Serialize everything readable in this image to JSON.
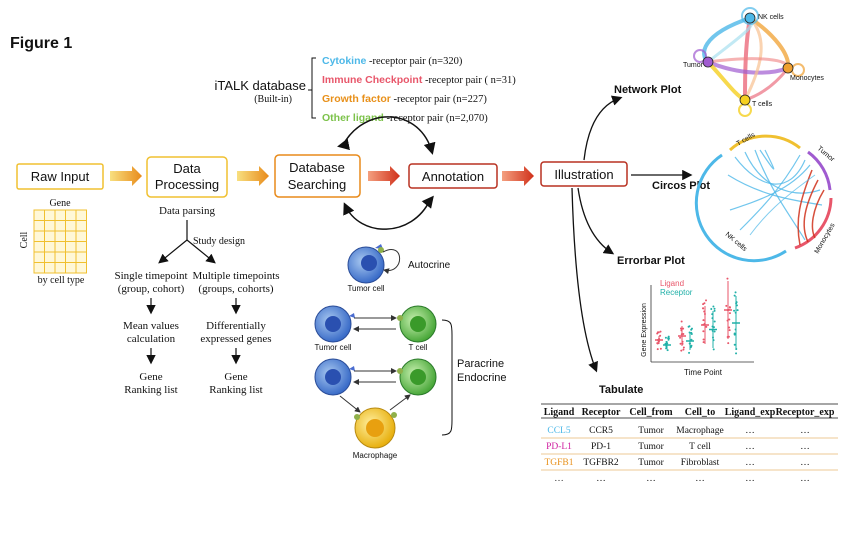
{
  "figure_title": "Figure 1",
  "database": {
    "title": "iTALK database",
    "subtitle": "(Built-in)",
    "pairs": [
      {
        "name": "Cytokine",
        "rest": " -receptor pair (n=320)",
        "color": "#4db8e8"
      },
      {
        "name": "Immune Checkpoint",
        "rest": " -receptor pair (  n=31)",
        "color": "#e8566a"
      },
      {
        "name": "Growth factor",
        "rest": " -receptor pair (n=227)",
        "color": "#e8901a"
      },
      {
        "name": "Other ligand",
        "rest": " -receptor pair (n=2,070)",
        "color": "#7cc24a"
      }
    ]
  },
  "pipeline": {
    "raw_input": "Raw Input",
    "data_processing": [
      "Data",
      "Processing"
    ],
    "database_searching": [
      "Database",
      "Searching"
    ],
    "annotation": "Annotation",
    "illustration": "Illustration"
  },
  "matrix": {
    "gene_label": "Gene",
    "cell_label": "Cell",
    "by_cell_type": "by cell type"
  },
  "processing": {
    "data_parsing": "Data parsing",
    "study_design": "Study design",
    "single": [
      "Single timepoint",
      "(group, cohort)"
    ],
    "multiple": [
      "Multiple timepoints",
      "(groups, cohorts)"
    ],
    "mean_values": [
      "Mean values",
      "calculation"
    ],
    "diff_expr": [
      "Differentially",
      "expressed genes"
    ],
    "ranking_left": [
      "Gene",
      "Ranking list"
    ],
    "ranking_right": [
      "Gene",
      "Ranking list"
    ]
  },
  "cells": {
    "autocrine": "Autocrine",
    "tumor_cell_top": "Tumor cell",
    "tumor_cell": "Tumor cell",
    "t_cell": "T cell",
    "paracrine": [
      "Paracrine",
      "Endocrine"
    ],
    "macrophage": "Macrophage"
  },
  "outputs": {
    "network_plot": "Network Plot",
    "circos_plot": "Circos Plot",
    "errorbar_plot": "Errorbar Plot",
    "tabulate": "Tabulate"
  },
  "network": {
    "nodes": [
      "NK cells",
      "Tumor",
      "Monocytes",
      "T cells"
    ],
    "colors": {
      "nk": "#4db8e8",
      "tumor": "#a05bd0",
      "mono": "#f0a030",
      "t": "#f5d020"
    }
  },
  "circos": {
    "labels": [
      "T cells",
      "Tumor",
      "Monocytes",
      "NK cells"
    ]
  },
  "errorbar": {
    "legend": [
      "Ligand",
      "Receptor"
    ],
    "ylabel": "Gene Expression",
    "xlabel": "Time Point",
    "ligand_color": "#e8566a",
    "receptor_color": "#20b0a8"
  },
  "table": {
    "headers": [
      "Ligand",
      "Receptor",
      "Cell_from",
      "Cell_to",
      "Ligand_exp",
      "Receptor_exp"
    ],
    "rows": [
      {
        "ligand": "CCL5",
        "color": "#4db8e8",
        "cells": [
          "CCR5",
          "Tumor",
          "Macrophage",
          "…",
          "…"
        ]
      },
      {
        "ligand": "PD-L1",
        "color": "#d020a0",
        "cells": [
          "PD-1",
          "Tumor",
          "T cell",
          "…",
          "…"
        ]
      },
      {
        "ligand": "TGFB1",
        "color": "#e8901a",
        "cells": [
          "TGFBR2",
          "Tumor",
          "Fibroblast",
          "…",
          "…"
        ]
      },
      {
        "ligand": "…",
        "color": "#333333",
        "cells": [
          "…",
          "…",
          "…",
          "…",
          "…"
        ]
      }
    ]
  }
}
